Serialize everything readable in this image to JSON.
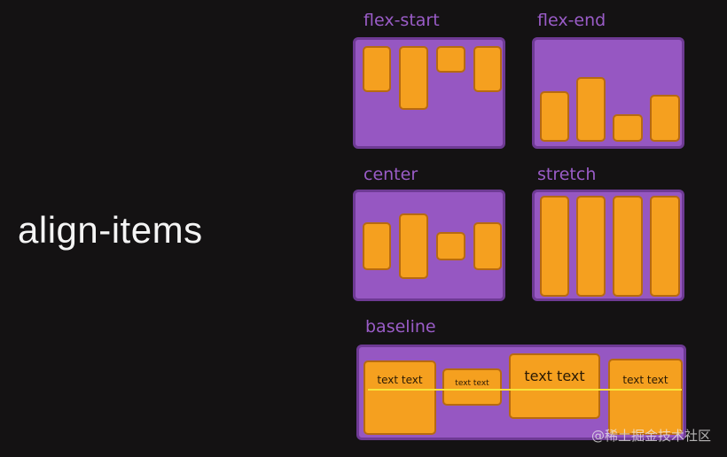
{
  "title": "align-items",
  "panels": {
    "flex_start": "flex-start",
    "flex_end": "flex-end",
    "center": "center",
    "stretch": "stretch",
    "baseline": "baseline"
  },
  "baseline_items": [
    "text text",
    "text text",
    "text text",
    "text text"
  ],
  "watermark": "@稀土掘金技术社区",
  "colors": {
    "background": "#141213",
    "panel": "#9657c2",
    "item": "#f5a01f",
    "label": "#9a5cc7",
    "baseline_line": "#f7e23a"
  }
}
